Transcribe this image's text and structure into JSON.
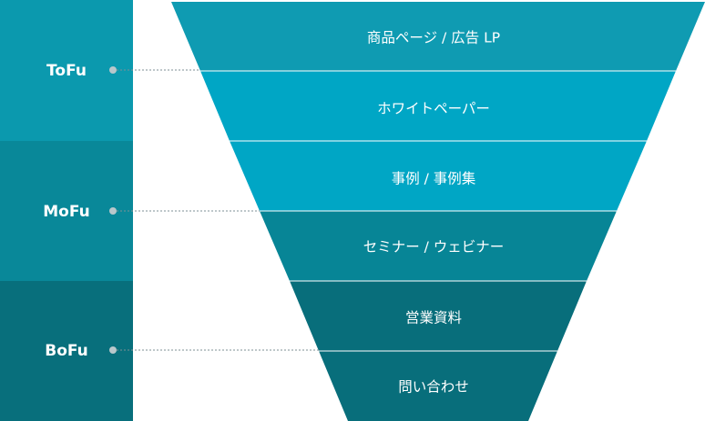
{
  "stages": [
    {
      "label": "ToFu",
      "color": "#0b99ae"
    },
    {
      "label": "MoFu",
      "color": "#098899"
    },
    {
      "label": "BoFu",
      "color": "#086f7c"
    }
  ],
  "funnel_layers": [
    {
      "label": "商品ページ / 広告 LP",
      "color": "#0f9bb2"
    },
    {
      "label": "ホワイトペーパー",
      "color": "#00a6c5"
    },
    {
      "label": "事例 / 事例集",
      "color": "#00a6c5"
    },
    {
      "label": "セミナー / ウェビナー",
      "color": "#078596"
    },
    {
      "label": "営業資料",
      "color": "#086e7b"
    },
    {
      "label": "問い合わせ",
      "color": "#086e7b"
    }
  ],
  "divider_color": "#ffffff",
  "connector_color": "#7d8f95"
}
